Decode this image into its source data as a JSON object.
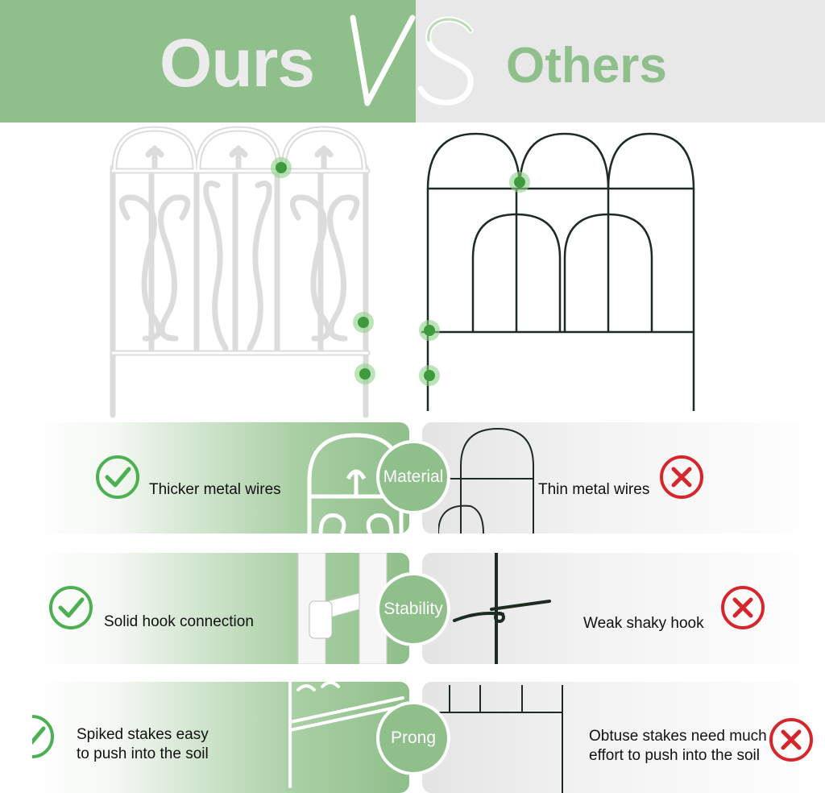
{
  "header": {
    "left_title": "Ours",
    "vs": "VS",
    "right_title": "Others"
  },
  "rows": [
    {
      "badge": "Material",
      "ours": "Thicker metal wires",
      "others": "Thin metal wires"
    },
    {
      "badge": "Stability",
      "ours": "Solid hook connection",
      "others": "Weak shaky hook"
    },
    {
      "badge": "Prong",
      "ours_lines": [
        "Spiked stakes easy",
        "to push into the soil"
      ],
      "others_lines": [
        "Obtuse stakes need much",
        "effort to push into the soil"
      ]
    }
  ],
  "colors": {
    "brand_green": "#8fbf8a",
    "marker_green": "#4caf50",
    "cross_red": "#d7262b",
    "check_green": "#4caf50"
  },
  "icons": [
    "check-icon",
    "cross-icon",
    "marker-dot-icon"
  ]
}
